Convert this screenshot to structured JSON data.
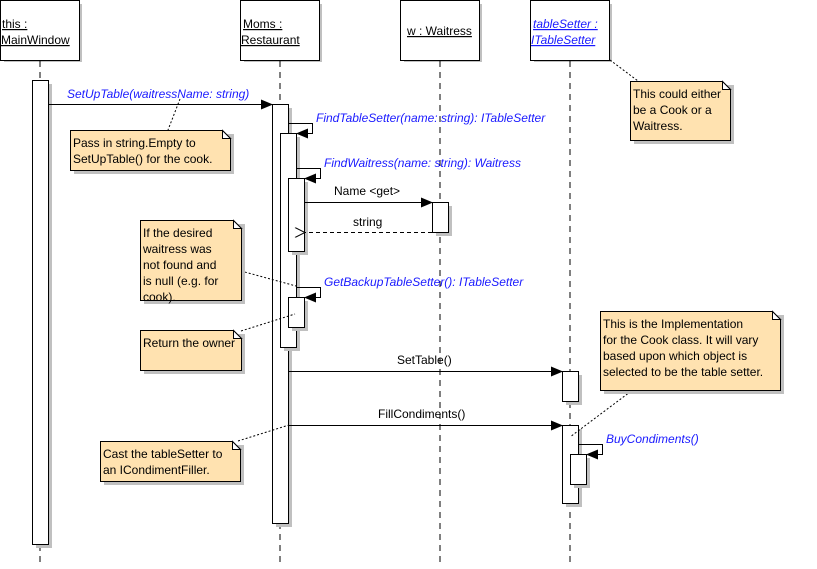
{
  "diagram": {
    "type": "UML sequence diagram",
    "colors": {
      "note_fill": "#FFE2B0",
      "message_text_blue": "#1A1AFF",
      "shadow": "#C0C0C0",
      "line": "#000000"
    },
    "lifelines": [
      {
        "id": "mainwindow",
        "line1": "this :",
        "line2": "MainWindow",
        "italic": false,
        "color": "#000000"
      },
      {
        "id": "restaurant",
        "line1": "Moms :",
        "line2": "Restaurant",
        "italic": false,
        "color": "#000000"
      },
      {
        "id": "waitress",
        "line1": "w : Waitress",
        "line2": "",
        "italic": false,
        "color": "#000000"
      },
      {
        "id": "tablesetter",
        "line1": "tableSetter :",
        "line2": "ITableSetter",
        "italic": true,
        "color": "#1A1AFF"
      }
    ],
    "messages": [
      {
        "id": "setuptable",
        "label": "SetUpTable(waitressName: string)",
        "from": "mainwindow",
        "to": "restaurant",
        "kind": "call",
        "style": "italic-blue"
      },
      {
        "id": "findtablesetter",
        "label": "FindTableSetter(name: string): ITableSetter",
        "from": "restaurant",
        "to": "restaurant",
        "kind": "self-call",
        "style": "italic-blue"
      },
      {
        "id": "findwaitress",
        "label": "FindWaitress(name: string): Waitress",
        "from": "restaurant",
        "to": "restaurant",
        "kind": "self-call",
        "style": "italic-blue"
      },
      {
        "id": "nameget",
        "label": "Name <get>",
        "from": "restaurant",
        "to": "waitress",
        "kind": "call",
        "style": "plain"
      },
      {
        "id": "string-return",
        "label": "string",
        "from": "waitress",
        "to": "restaurant",
        "kind": "return",
        "style": "plain"
      },
      {
        "id": "getbackup",
        "label": "GetBackupTableSetter(): ITableSetter",
        "from": "restaurant",
        "to": "restaurant",
        "kind": "self-call",
        "style": "italic-blue"
      },
      {
        "id": "settable",
        "label": "SetTable()",
        "from": "restaurant",
        "to": "tablesetter",
        "kind": "call",
        "style": "plain"
      },
      {
        "id": "fillcondiments",
        "label": "FillCondiments()",
        "from": "restaurant",
        "to": "tablesetter",
        "kind": "call",
        "style": "plain"
      },
      {
        "id": "buycondiments",
        "label": "BuyCondiments()",
        "from": "tablesetter",
        "to": "tablesetter",
        "kind": "self-call",
        "style": "italic-blue"
      }
    ],
    "notes": [
      {
        "id": "note-cook-or-waitress",
        "lines": [
          "This could either",
          "be a Cook or a",
          "Waitress."
        ]
      },
      {
        "id": "note-string-empty",
        "lines": [
          "Pass in string.Empty to",
          "SetUpTable() for the cook."
        ]
      },
      {
        "id": "note-waitress-null",
        "lines": [
          "If the desired",
          "waitress was",
          "not found and",
          "is null (e.g. for",
          "cook)."
        ]
      },
      {
        "id": "note-return-owner",
        "lines": [
          "Return the owner"
        ]
      },
      {
        "id": "note-implementation",
        "lines": [
          "This is the Implementation",
          "for the Cook class. It will vary",
          "based upon which object is",
          "selected to be the table setter."
        ]
      },
      {
        "id": "note-cast",
        "lines": [
          "Cast the tableSetter to",
          "an ICondimentFiller."
        ]
      }
    ]
  }
}
